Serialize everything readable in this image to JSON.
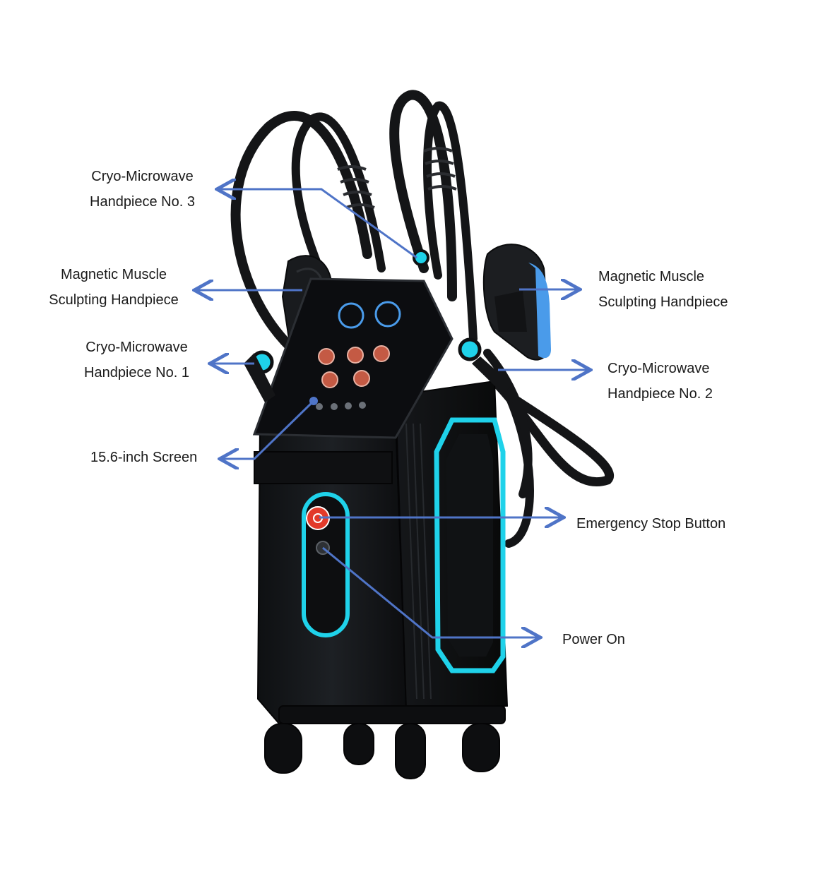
{
  "colors": {
    "arrow": "#4f74c7",
    "body": "#16181b",
    "body_dark": "#0b0c0e",
    "accent_cyan": "#1fd2ea",
    "accent_blue": "#4a9bea",
    "screen": "#0c0d10",
    "button_red": "#e23a2a"
  },
  "labels": {
    "cryo3": {
      "line1": "Cryo-Microwave",
      "line2": "Handpiece No. 3"
    },
    "mag_left": {
      "line1": "Magnetic Muscle",
      "line2": "Sculpting Handpiece"
    },
    "cryo1": {
      "line1": "Cryo-Microwave",
      "line2": "Handpiece No. 1"
    },
    "screen": {
      "line1": "15.6-inch Screen"
    },
    "mag_right": {
      "line1": "Magnetic Muscle",
      "line2": "Sculpting Handpiece"
    },
    "cryo2": {
      "line1": "Cryo-Microwave",
      "line2": "Handpiece No. 2"
    },
    "estop": {
      "line1": "Emergency Stop Button"
    },
    "power": {
      "line1": "Power On"
    }
  }
}
